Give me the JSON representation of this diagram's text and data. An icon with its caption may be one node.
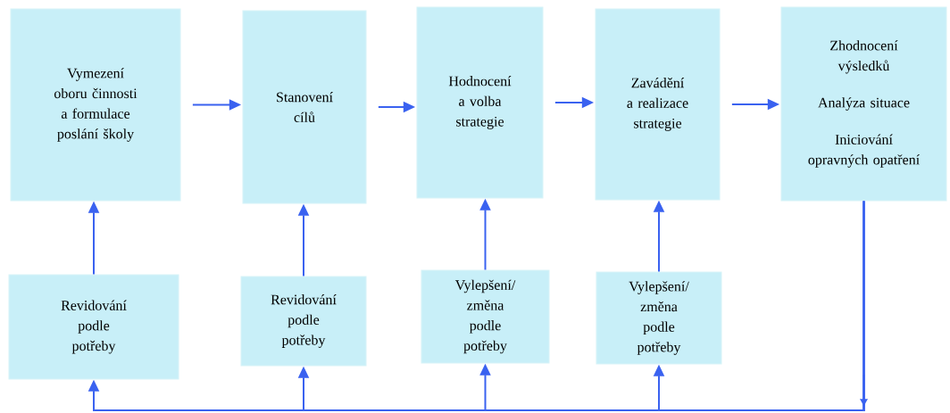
{
  "diagram": {
    "nodes": [
      {
        "text": [
          "Vymezení oboru činnosti a formulace poslání školy"
        ]
      },
      {
        "text": [
          "Stanovení cílů"
        ]
      },
      {
        "text": [
          "Hodnocení a volba strategie"
        ]
      },
      {
        "text": [
          "Zavádění a realizace strategie"
        ]
      },
      {
        "text": [
          "Zhodnocení výsledků",
          "Analýza situace",
          "Iniciování opravných opatření"
        ]
      },
      {
        "text": [
          "Revidování podle potřeby"
        ]
      },
      {
        "text": [
          "Revidování podle potřeby"
        ]
      },
      {
        "text": [
          "Vylepšení/ změna podle potřeby"
        ]
      },
      {
        "text": [
          "Vylepšení/ změna podle potřeby"
        ]
      }
    ],
    "edges": [
      {
        "from": 0,
        "to": 1,
        "arrow": "to"
      },
      {
        "from": 1,
        "to": 2,
        "arrow": "to"
      },
      {
        "from": 2,
        "to": 3,
        "arrow": "to"
      },
      {
        "from": 3,
        "to": 4,
        "arrow": "to"
      },
      {
        "from": 5,
        "to": 0,
        "arrow": "to"
      },
      {
        "from": 6,
        "to": 1,
        "arrow": "to"
      },
      {
        "from": 7,
        "to": 2,
        "arrow": "to"
      },
      {
        "from": 8,
        "to": 3,
        "arrow": "to"
      },
      {
        "from": 4,
        "to": 5,
        "arrow": "to"
      },
      {
        "from": 4,
        "to": 6,
        "arrow": "to"
      },
      {
        "from": 4,
        "to": 7,
        "arrow": "to"
      },
      {
        "from": 4,
        "to": 8,
        "arrow": "to"
      }
    ]
  }
}
